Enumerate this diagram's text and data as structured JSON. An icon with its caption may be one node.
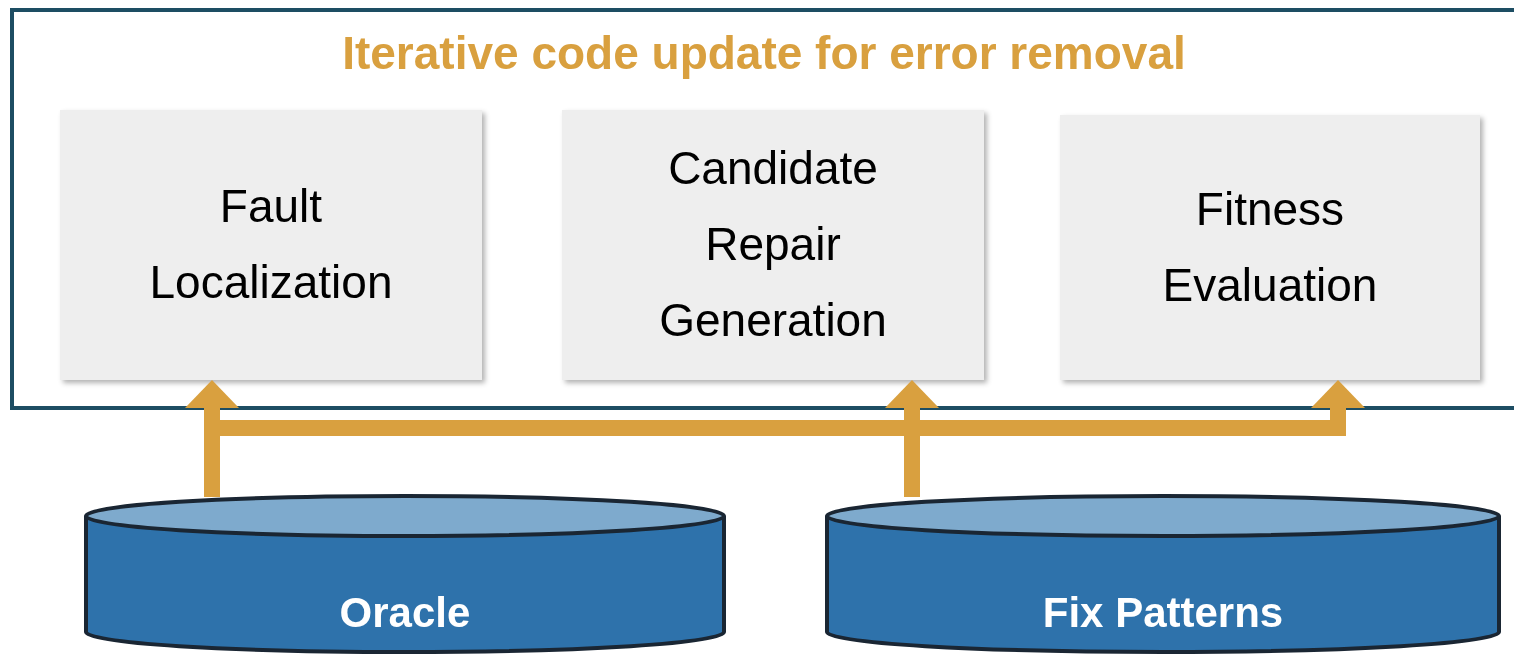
{
  "diagram": {
    "nodes": [
      {
        "text": [
          "Iterative code update for error removal"
        ]
      },
      {
        "text": [
          "Fault Localization"
        ],
        "in": 0
      },
      {
        "text": [
          "Candidate Repair Generation"
        ],
        "in": 0
      },
      {
        "text": [
          "Fitness Evaluation"
        ],
        "in": 0
      },
      {
        "text": [
          "Oracle"
        ]
      },
      {
        "text": [
          "Fix Patterns"
        ]
      }
    ],
    "edges": [
      {
        "from": 4,
        "to": 1,
        "arrow": "to"
      },
      {
        "from": 4,
        "to": 3,
        "arrow": "to"
      },
      {
        "from": 5,
        "to": 2,
        "arrow": "to"
      }
    ]
  }
}
